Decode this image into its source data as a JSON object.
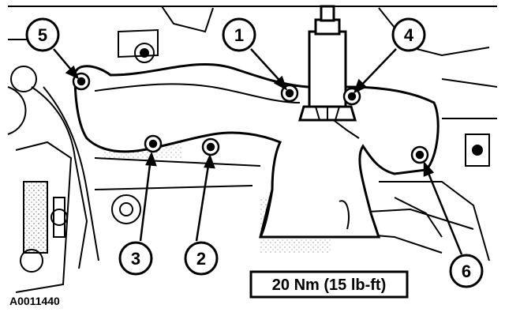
{
  "figure": {
    "id": "A0011440",
    "torque_spec": "20 Nm (15 lb-ft)"
  },
  "callouts": [
    {
      "number": "1"
    },
    {
      "number": "2"
    },
    {
      "number": "3"
    },
    {
      "number": "4"
    },
    {
      "number": "5"
    },
    {
      "number": "6"
    }
  ],
  "colors": {
    "ink": "#000000",
    "paper": "#ffffff"
  }
}
